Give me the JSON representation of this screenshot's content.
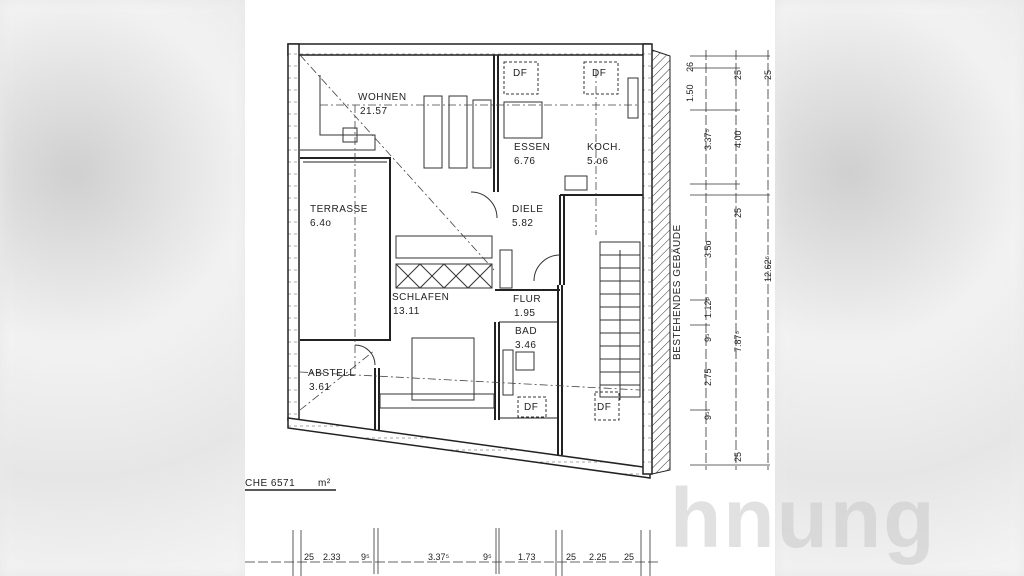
{
  "rooms": {
    "wohnen": {
      "name": "WOHNEN",
      "area": "21.57"
    },
    "essen": {
      "name": "ESSEN",
      "area": "6.76"
    },
    "koch": {
      "name": "KOCH.",
      "area": "5.o6"
    },
    "terrasse": {
      "name": "TERRASSE",
      "area": "6.4o"
    },
    "diele": {
      "name": "DIELE",
      "area": "5.82"
    },
    "schlafen": {
      "name": "SCHLAFEN",
      "area": "13.11"
    },
    "flur": {
      "name": "FLUR",
      "area": "1.95"
    },
    "bad": {
      "name": "BAD",
      "area": "3.46"
    },
    "abstell": {
      "name": "ABSTELL",
      "area": "3.61"
    }
  },
  "skylights": [
    "DF",
    "DF",
    "DF",
    "DF"
  ],
  "existing_building": "BESTEHENDES  GEBÄUDE",
  "total_area": {
    "label": "CHE 6571",
    "unit": "m²"
  },
  "dims_right_inner": [
    "1.50",
    "26",
    "3.37⁵",
    "3.5o",
    "1.12⁵",
    "9⁵",
    "2.75",
    "9⁵"
  ],
  "dims_right_mid": [
    "25",
    "4.00",
    "25",
    "7.87⁵",
    "25"
  ],
  "dims_right_outer": [
    "25",
    "12.62⁵"
  ],
  "dims_bottom": [
    "25",
    "2.33",
    "9⁵",
    "3.37⁵",
    "9⁵",
    "1.73",
    "25",
    "2.25",
    "25"
  ],
  "watermark": "hnung"
}
